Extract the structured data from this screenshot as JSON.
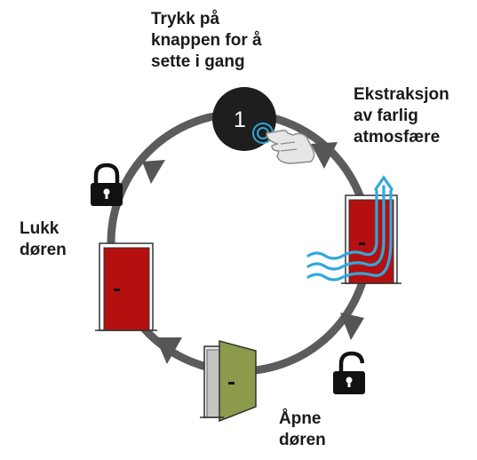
{
  "steps": {
    "press": {
      "lines": [
        "Trykk på",
        "knappen for å",
        "sette i gang"
      ]
    },
    "extraction": {
      "lines": [
        "Ekstraksjon",
        "av farlig",
        "atmosfære"
      ]
    },
    "open": {
      "lines": [
        "Åpne",
        "døren"
      ]
    },
    "close": {
      "lines": [
        "Lukk",
        "døren"
      ]
    }
  },
  "button": {
    "number": "1"
  },
  "icons": {
    "button": "power-button-icon",
    "hand": "pointing-hand-icon",
    "lock_closed": "padlock-closed-icon",
    "lock_open": "padlock-open-icon",
    "airflow": "airflow-arrows-icon"
  },
  "colors": {
    "cycle": "#5c5c5c",
    "door_red": "#b5100f",
    "door_green": "#8b9b4b",
    "button": "#1e1e1e",
    "airflow": "#2fa8dc"
  }
}
